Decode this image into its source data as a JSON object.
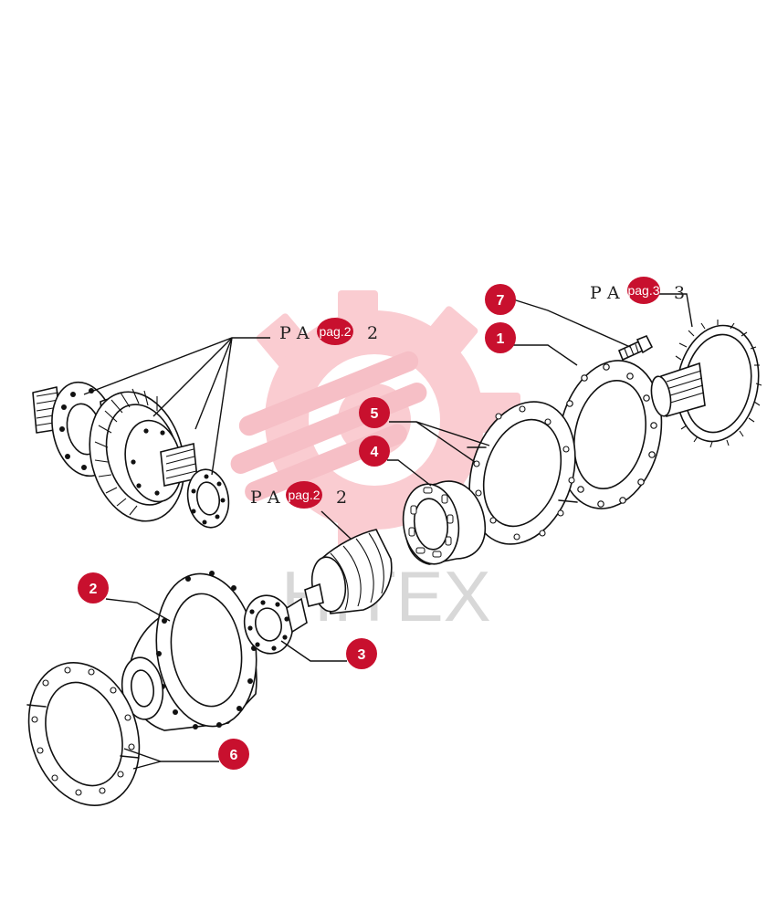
{
  "callouts": {
    "c1": "1",
    "c2": "2",
    "c3": "3",
    "c4": "4",
    "c5": "5",
    "c6": "6",
    "c7": "7"
  },
  "page_refs": {
    "ref_top": {
      "prefix": "P A",
      "badge": "pag.3",
      "number": "3"
    },
    "ref_left": {
      "prefix": "P A",
      "badge": "pag.2",
      "number": "2"
    },
    "ref_mid": {
      "prefix": "P A",
      "badge": "pag.2",
      "number": "2"
    }
  },
  "watermark": {
    "text": "HITEX"
  },
  "colors": {
    "callout": "#c8102e",
    "watermark_logo": "#f6b9bf",
    "watermark_text": "#d8d8d8",
    "ink": "#111111"
  }
}
